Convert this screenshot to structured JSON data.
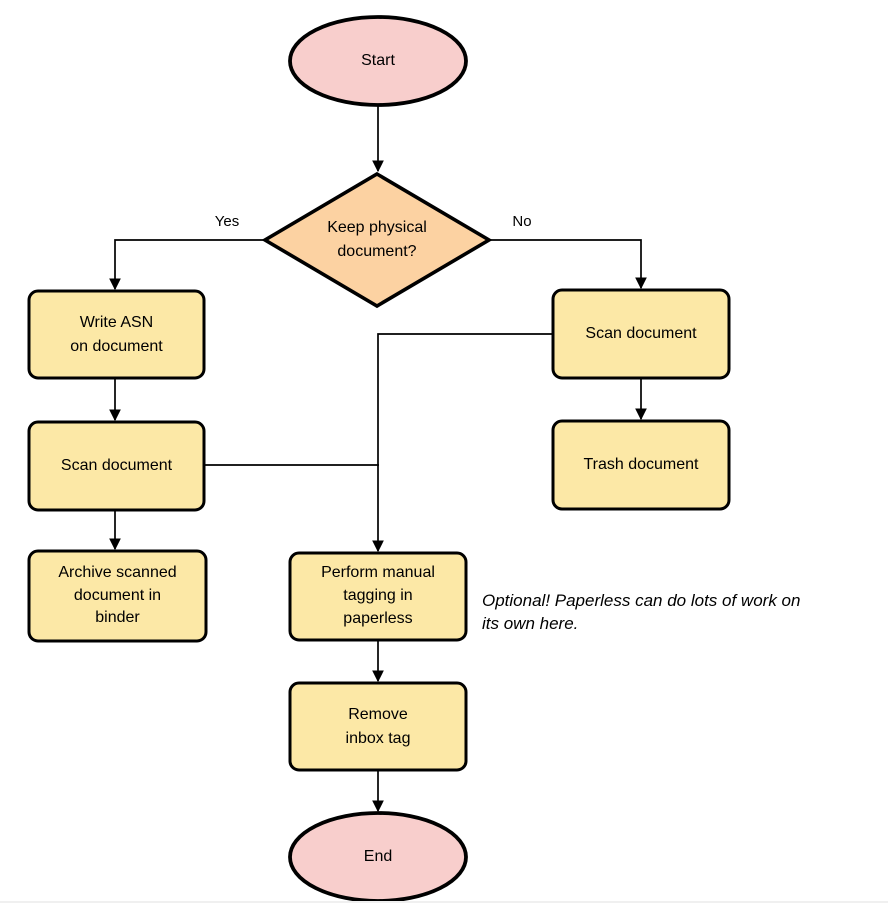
{
  "diagram": {
    "type": "flowchart",
    "nodes": {
      "start": {
        "label": "Start",
        "shape": "terminator"
      },
      "decision": {
        "label": "Keep physical\ndocument?",
        "shape": "decision"
      },
      "write_asn": {
        "label": "Write ASN\non document",
        "shape": "process"
      },
      "scan_left": {
        "label": "Scan document",
        "shape": "process"
      },
      "archive": {
        "label": "Archive scanned\ndocument in\nbinder",
        "shape": "process"
      },
      "scan_right": {
        "label": "Scan document",
        "shape": "process"
      },
      "trash": {
        "label": "Trash document",
        "shape": "process"
      },
      "tagging": {
        "label": "Perform manual\ntagging in\npaperless",
        "shape": "process"
      },
      "remove_inbox": {
        "label": "Remove\ninbox tag",
        "shape": "process"
      },
      "end": {
        "label": "End",
        "shape": "terminator"
      }
    },
    "edge_labels": {
      "yes": "Yes",
      "no": "No"
    },
    "annotation": "Optional! Paperless can do lots of work on\nits own here.",
    "colors": {
      "terminator_fill": "#f8cecc",
      "decision_fill": "#fcd2a2",
      "process_fill": "#fce8a6",
      "stroke": "#000000",
      "page_divider": "#f0f0f0"
    }
  }
}
